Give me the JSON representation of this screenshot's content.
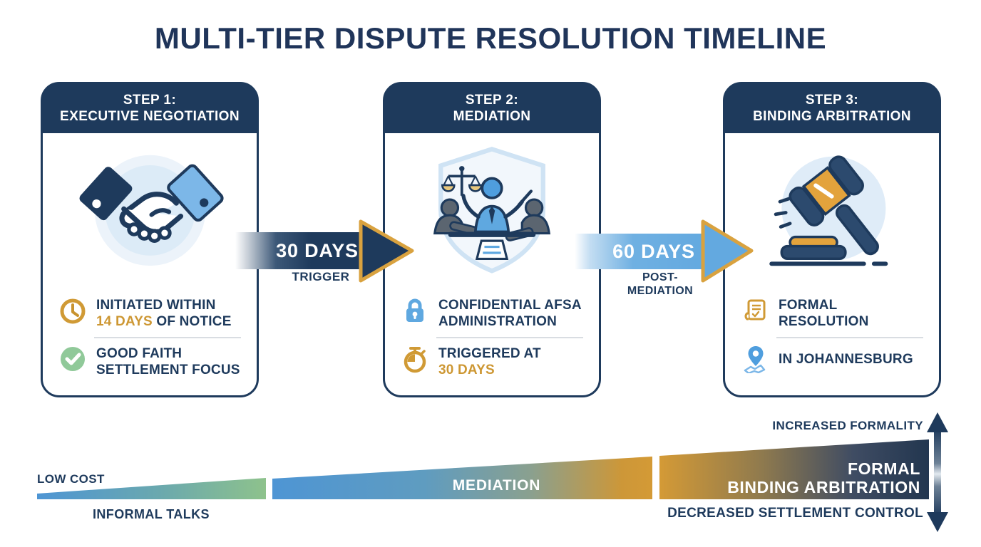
{
  "title": "MULTI-TIER DISPUTE RESOLUTION TIMELINE",
  "steps": [
    {
      "step": "STEP 1:",
      "name": "EXECUTIVE NEGOTIATION",
      "icon": "handshake-icon",
      "rows": [
        {
          "icon": "clock-icon",
          "line1": "INITIATED WITHIN",
          "line2_accent": "14 DAYS",
          "line2": " OF NOTICE"
        },
        {
          "icon": "check-icon",
          "line1": "GOOD FAITH",
          "line2": "SETTLEMENT FOCUS"
        }
      ]
    },
    {
      "step": "STEP 2:",
      "name": "MEDIATION",
      "icon": "mediation-shield-icon",
      "rows": [
        {
          "icon": "lock-icon",
          "line1": "CONFIDENTIAL AFSA",
          "line2": "ADMINISTRATION"
        },
        {
          "icon": "stopwatch-icon",
          "line1": "TRIGGERED AT",
          "line2_accent": "30 DAYS"
        }
      ]
    },
    {
      "step": "STEP 3:",
      "name": "BINDING ARBITRATION",
      "icon": "gavel-icon",
      "rows": [
        {
          "icon": "scroll-icon",
          "line1": "FORMAL",
          "line2": "RESOLUTION"
        },
        {
          "icon": "map-pin-icon",
          "line1": "IN JOHANNESBURG"
        }
      ]
    }
  ],
  "arrows": [
    {
      "label": "30 DAYS",
      "sublabel_line1": "TRIGGER",
      "style": "navy-gold"
    },
    {
      "label": "60 DAYS",
      "sublabel_line1": "POST-",
      "sublabel_line2": "MEDIATION",
      "style": "lightblue-gold"
    }
  ],
  "spectrum": {
    "low_cost": "LOW COST",
    "informal_talks": "INFORMAL TALKS",
    "mediation": "MEDIATION",
    "formal_line1": "FORMAL",
    "formal_line2": "BINDING ARBITRATION",
    "increased_formality": "INCREASED FORMALITY",
    "decreased_settlement_control": "DECREASED SETTLEMENT CONTROL"
  },
  "colors": {
    "navy": "#1e3a5c",
    "gold": "#d9a23f",
    "gold_text": "#cd9733",
    "light_blue": "#63a9e0",
    "soft_green": "#90c999",
    "icon_circle_bg": "#dcebf7",
    "wedge_blue": "#4e95d4",
    "wedge_green": "#8ec28c",
    "wedge_gold": "#d49a36",
    "wedge_navy": "#22364f"
  }
}
